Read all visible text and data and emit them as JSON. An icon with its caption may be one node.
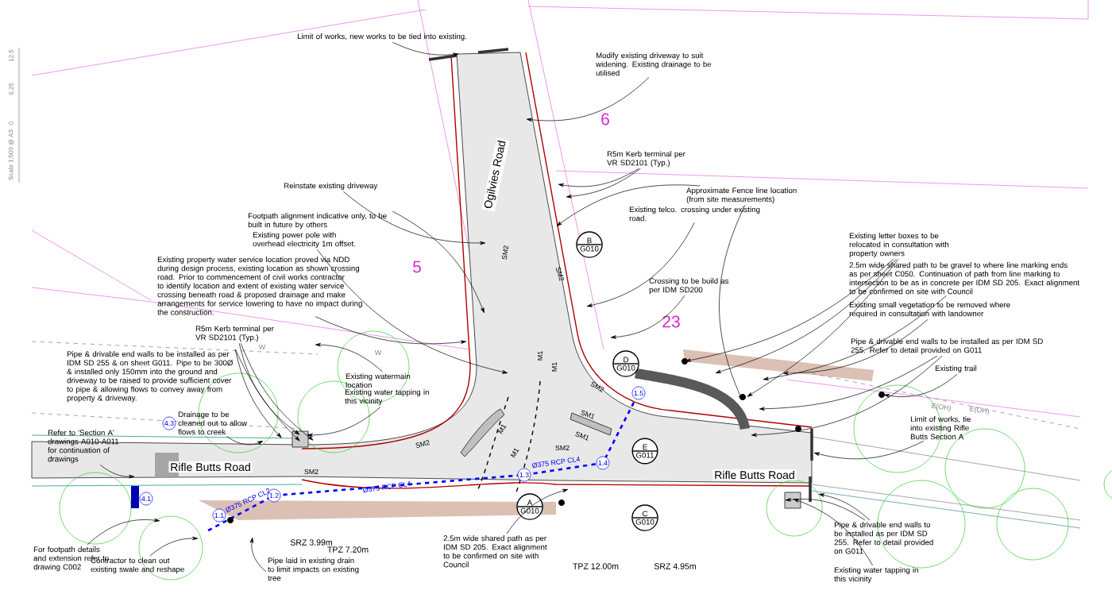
{
  "diagram": {
    "nodes": [
      {
        "text": [
          "Limit of works, new works to be tied into existing."
        ]
      },
      {
        "text": [
          "Modify existing driveway to suit widening. Existing drainage to be utilised"
        ]
      },
      {
        "text": [
          "R5m Kerb terminal per VR SD2101 (Typ.)"
        ]
      },
      {
        "text": [
          "Reinstate existing driveway"
        ]
      },
      {
        "text": [
          "Approximate Fence line location (from site measurements)"
        ]
      },
      {
        "text": [
          "Footpath alignment indicative only, to be built in future by others"
        ]
      },
      {
        "text": [
          "Existing telco. crossing under existing road."
        ]
      },
      {
        "text": [
          "Existing power pole with overhead electricity 1m offset."
        ]
      },
      {
        "text": [
          "Existing property water service location proved via NDD during design process, existing location as shown crossing road. Prior to commencement of civil works contractor to identify location and extent of existing water service crossing beneath road & proposed drainage and make arrangements for service lowering to have no impact during the construction."
        ]
      },
      {
        "text": [
          "Existing letter boxes to be relocated in consultation with property owners"
        ]
      },
      {
        "text": [
          "2.5m wide shared path to be gravel to where line marking ends as per sheet C050. Continuation of path from line marking to intersection to be as in concrete per IDM SD 205. Exact alignment to be confirmed on site with Council"
        ]
      },
      {
        "text": [
          "Crossing to be build as per IDM SD200"
        ]
      },
      {
        "text": [
          "Existing small vegetation to be removed where required in consultation with landowner"
        ]
      },
      {
        "text": [
          "R5m Kerb terminal per VR SD2101 (Typ.)"
        ]
      },
      {
        "text": [
          "Pipe & drivable end walls to be installed as per IDM SD 255 & on sheet G011. Pipe to be 300Ø & installed only 150mm into the ground and driveway to be raised to provide sufficient cover to pipe & allowing flows to convey away from property & driveway."
        ]
      },
      {
        "text": [
          "Existing watermain location"
        ]
      },
      {
        "text": [
          "Existing water tapping in this vicinity"
        ]
      },
      {
        "text": [
          "Pipe & drivable end walls to be installed as per IDM SD 255. Refer to detail provided on G011"
        ]
      },
      {
        "text": [
          "Existing trail"
        ]
      },
      {
        "text": [
          "Drainage to be cleaned out to allow flows to creek"
        ]
      },
      {
        "text": [
          "Refer to 'Section A' drawings A010-A011 for continuation of drawings"
        ]
      },
      {
        "text": [
          "Limit of works, tie into existing Rifle Butts Section A"
        ]
      },
      {
        "text": [
          "For footpath details and extension refer to drawing C002"
        ]
      },
      {
        "text": [
          "Contractor to clean out existing swale and reshape"
        ]
      },
      {
        "text": [
          "2.5m wide shared path as per IDM SD 205. Exact alignment to be confirmed on site with Council"
        ]
      },
      {
        "text": [
          "Pipe laid in existing drain to limit impacts on existing tree"
        ]
      },
      {
        "text": [
          "Pipe & drivable end walls to be installed as per IDM SD 255. Refer to detail provided on G011"
        ]
      },
      {
        "text": [
          "Existing water tapping in this vicinity"
        ]
      },
      {
        "text": [
          "A",
          "G010"
        ]
      },
      {
        "text": [
          "B",
          "G010"
        ]
      },
      {
        "text": [
          "C",
          "G010"
        ]
      },
      {
        "text": [
          "D",
          "G010"
        ]
      },
      {
        "text": [
          "E",
          "G011"
        ]
      },
      {
        "text": [
          "1.1"
        ]
      },
      {
        "text": [
          "1.2"
        ]
      },
      {
        "text": [
          "1.3"
        ]
      },
      {
        "text": [
          "1.4"
        ]
      },
      {
        "text": [
          "1.5"
        ]
      },
      {
        "text": [
          "4.1"
        ]
      },
      {
        "text": [
          "4.3"
        ]
      }
    ],
    "edges": [
      {
        "from": 0,
        "to": null,
        "arrow": "to"
      },
      {
        "from": 1,
        "to": null,
        "arrow": "to"
      },
      {
        "from": 2,
        "to": null,
        "arrow": "to"
      },
      {
        "from": 2,
        "to": null,
        "arrow": "to"
      },
      {
        "from": 3,
        "to": null,
        "arrow": "to"
      },
      {
        "from": 4,
        "to": null,
        "arrow": "to"
      },
      {
        "from": 4,
        "to": null,
        "arrow": "to"
      },
      {
        "from": 5,
        "to": null,
        "arrow": "to"
      },
      {
        "from": 6,
        "to": null,
        "arrow": "to"
      },
      {
        "from": 7,
        "to": null,
        "arrow": "to"
      },
      {
        "from": 8,
        "to": null,
        "arrow": "to"
      },
      {
        "from": 9,
        "to": null,
        "arrow": "to"
      },
      {
        "from": 9,
        "to": null,
        "arrow": "to"
      },
      {
        "from": 9,
        "to": null,
        "arrow": "to"
      },
      {
        "from": 10,
        "to": null,
        "arrow": "to"
      },
      {
        "from": 11,
        "to": null,
        "arrow": "to"
      },
      {
        "from": 12,
        "to": null,
        "arrow": "to"
      },
      {
        "from": 13,
        "to": null,
        "arrow": "to"
      },
      {
        "from": 13,
        "to": null,
        "arrow": "to"
      },
      {
        "from": 14,
        "to": null,
        "arrow": "to"
      },
      {
        "from": 14,
        "to": null,
        "arrow": "to"
      },
      {
        "from": 15,
        "to": null,
        "arrow": "to"
      },
      {
        "from": 16,
        "to": null,
        "arrow": "to"
      },
      {
        "from": 17,
        "to": null,
        "arrow": "to"
      },
      {
        "from": 17,
        "to": null,
        "arrow": "to"
      },
      {
        "from": 18,
        "to": null,
        "arrow": "to"
      },
      {
        "from": 19,
        "to": null,
        "arrow": "to"
      },
      {
        "from": 20,
        "to": null,
        "arrow": "to"
      },
      {
        "from": 21,
        "to": null,
        "arrow": "to"
      },
      {
        "from": 22,
        "to": null,
        "arrow": "to"
      },
      {
        "from": 23,
        "to": null,
        "arrow": "to"
      },
      {
        "from": 24,
        "to": null,
        "arrow": "to"
      },
      {
        "from": 25,
        "to": null,
        "arrow": "to"
      },
      {
        "from": 26,
        "to": null,
        "arrow": "to"
      },
      {
        "from": 26,
        "to": null,
        "arrow": "to"
      },
      {
        "from": 27,
        "to": null,
        "arrow": "to"
      }
    ],
    "labels": [
      "12.5",
      "6.25",
      "0",
      "Scale 1:500 @ A3",
      "6",
      "Ogilvies Road",
      "5",
      "SM2",
      "SM2",
      "23",
      "W",
      "W",
      "M1",
      "M1",
      "SM2",
      "E(OH)",
      "E(OH)",
      "SM1",
      "M1",
      "SM2",
      "SM1",
      "M1",
      "SM2",
      "Rifle Butts Road",
      "Rifle Butts Road",
      "SM2",
      "Ø375 RCP CL4",
      "Ø375 RCP CL4",
      "Ø375 RCP CL2",
      "SRZ 3.99m",
      "TPZ 7.20m",
      "TPZ 12.00m",
      "SRZ 4.95m"
    ]
  }
}
